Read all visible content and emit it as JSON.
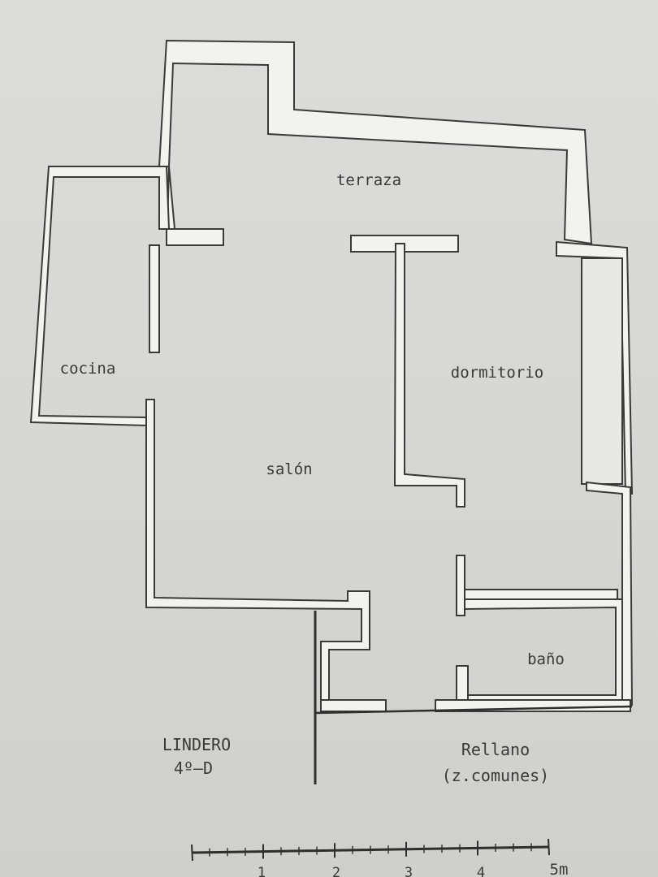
{
  "rooms": {
    "terraza": "terraza",
    "cocina": "cocina",
    "dormitorio": "dormitorio",
    "salon": "salón",
    "bano": "baño"
  },
  "outside": {
    "lindero_line1": "LINDERO",
    "lindero_line2": "4º–D",
    "rellano_line1": "Rellano",
    "rellano_line2": "(z.comunes)"
  },
  "scale": {
    "ticks": [
      "1",
      "2",
      "3",
      "4"
    ],
    "end_label": "5m"
  }
}
